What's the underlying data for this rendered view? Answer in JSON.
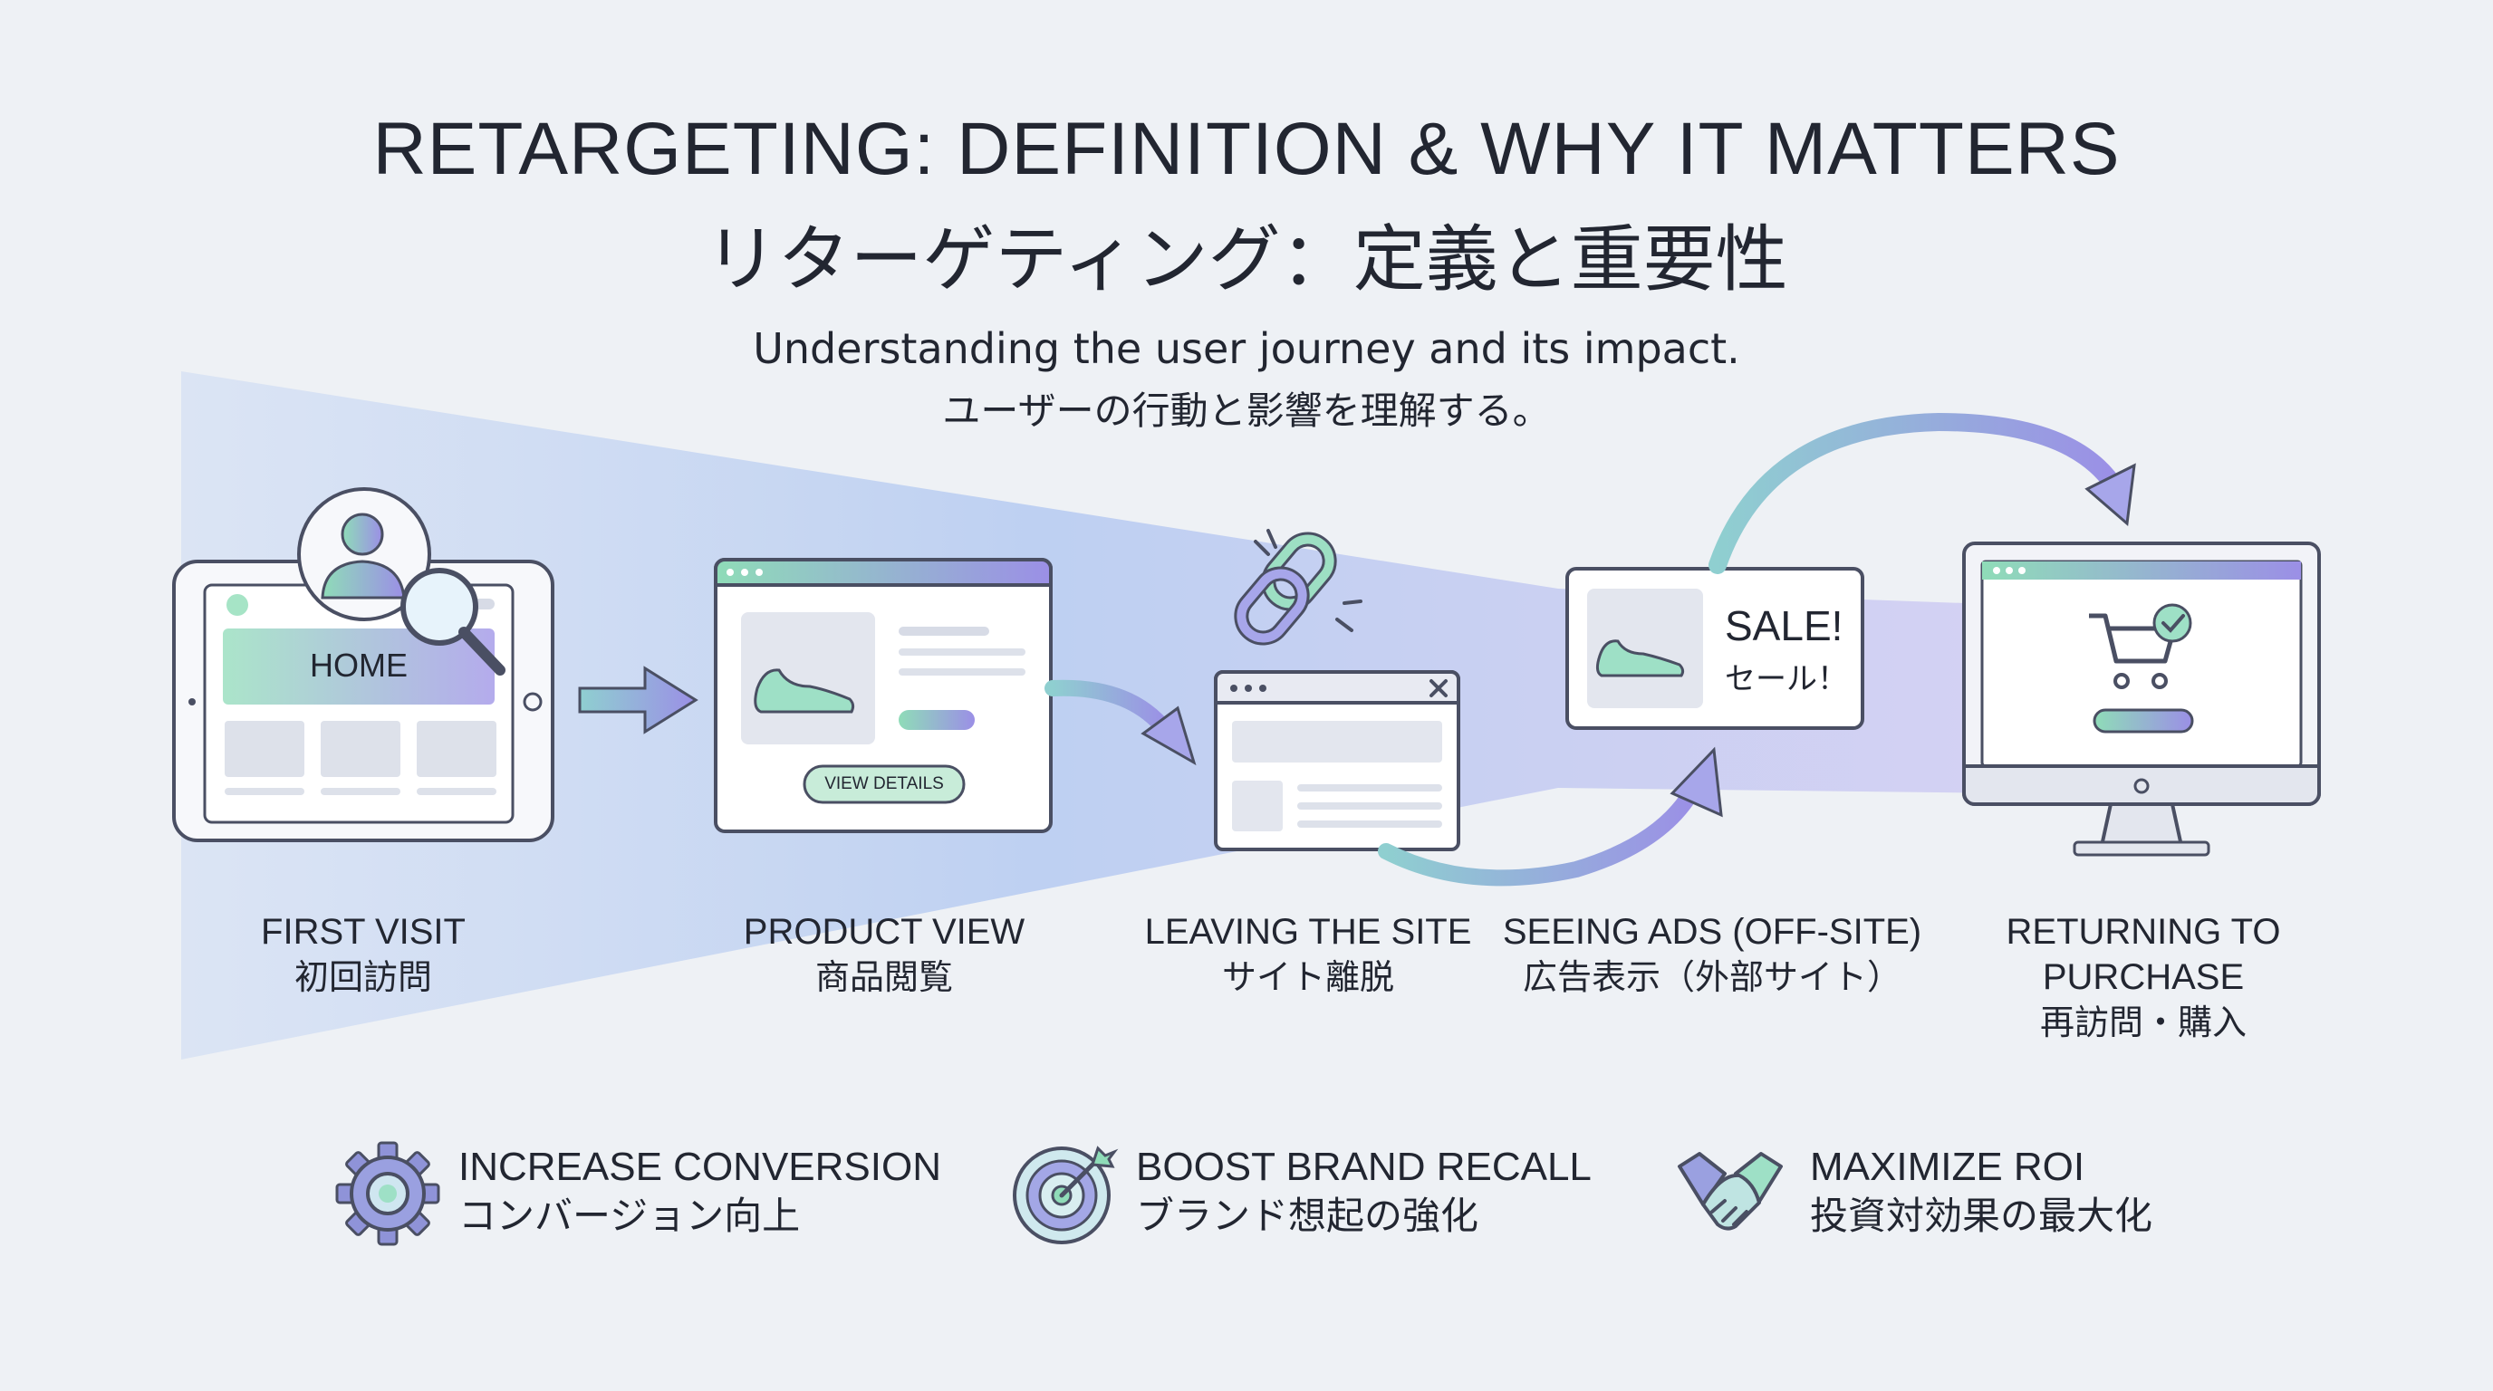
{
  "header": {
    "title": "RETARGETING: DEFINITION & WHY IT MATTERS",
    "title_jp": "リターゲティング：定義と重要性",
    "subtitle": "Understanding the user journey and its impact.",
    "subtitle_jp": "ユーザーの行動と影響を理解する。"
  },
  "steps": [
    {
      "label": "FIRST VISIT",
      "label_jp": "初回訪問",
      "screen_text": "HOME"
    },
    {
      "label": "PRODUCT VIEW",
      "label_jp": "商品閲覧",
      "button": "VIEW DETAILS"
    },
    {
      "label": "LEAVING THE SITE",
      "label_jp": "サイト離脱"
    },
    {
      "label": "SEEING ADS (OFF-SITE)",
      "label_jp": "広告表示（外部サイト）",
      "ad_text": "SALE!",
      "ad_text_jp": "セール！"
    },
    {
      "label": "RETURNING TO PURCHASE",
      "label_jp": "再訪問・購入"
    }
  ],
  "benefits": [
    {
      "label": "INCREASE CONVERSION",
      "label_jp": "コンバージョン向上",
      "icon": "gear-icon"
    },
    {
      "label": "BOOST BRAND RECALL",
      "label_jp": "ブランド想起の強化",
      "icon": "target-icon"
    },
    {
      "label": "MAXIMIZE ROI",
      "label_jp": "投資対効果の最大化",
      "icon": "handshake-icon"
    }
  ],
  "colors": {
    "accent_green": "#8fdcb8",
    "accent_purple": "#9b8fe6",
    "outline": "#4a4f63"
  }
}
